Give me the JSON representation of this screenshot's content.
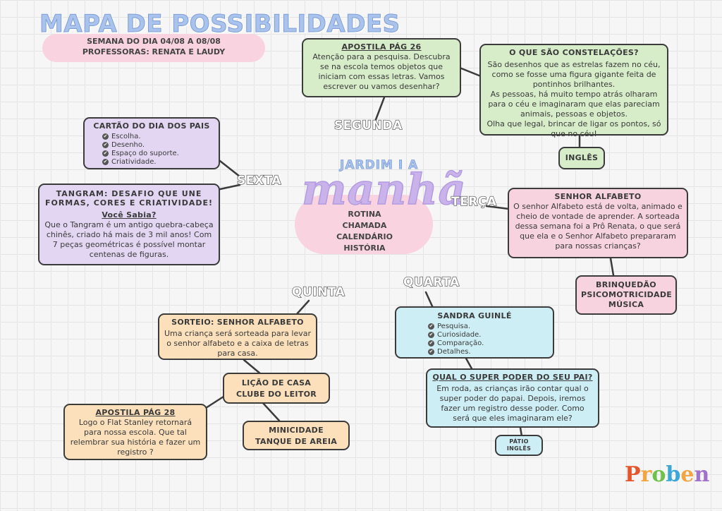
{
  "header": {
    "title": "MAPA DE POSSIBILIDADES",
    "week": "SEMANA DO DIA 04/08 A 08/08",
    "teachers": "PROFESSORAS: RENATA E  LAUDY"
  },
  "center": {
    "subtitle": "JARDIM I A",
    "main": "manhã",
    "items": [
      "ROTINA",
      "CHAMADA",
      "CALENDÁRIO",
      "HISTÓRIA"
    ]
  },
  "days": {
    "monday": "SEGUNDA",
    "tuesday": "TERÇA",
    "wednesday": "QUARTA",
    "thursday": "QUINTA",
    "friday": "SEXTA"
  },
  "monday": {
    "apostila": {
      "title": "APOSTILA PÁG 26",
      "text": "Atenção para a pesquisa. Descubra se na escola temos objetos que iniciam com essas letras. Vamos escrever ou vamos desenhar?"
    },
    "constelacoes": {
      "title": "O QUE SÃO CONSTELAÇÕES?",
      "text1": "São desenhos que as estrelas fazem no céu, como se fosse uma figura gigante feita de pontinhos brilhantes.",
      "text2": "As pessoas, há muito tempo atrás olharam para o céu e imaginaram que elas pareciam animais, pessoas e objetos.",
      "text3": "Olha que legal, brincar de ligar os pontos, só que no céu!"
    },
    "ingles": "INGLÊS"
  },
  "tuesday": {
    "alfabeto": {
      "title": "SENHOR ALFABETO",
      "text": "O senhor Alfabeto está de volta, animado e cheio de vontade de aprender. A sorteada dessa semana foi a Prô Renata, o que será que ela e o Senhor Alfabeto prepararam para nossas crianças?"
    },
    "extras": [
      "BRINQUEDÃO",
      "PSICOMOTRICIDADE",
      "MÚSICA"
    ]
  },
  "wednesday": {
    "sandra": {
      "title": "SANDRA GUINLÉ",
      "items": [
        "Pesquisa.",
        "Curiosidade.",
        "Comparação.",
        "Detalhes."
      ]
    },
    "superpoder": {
      "title": "QUAL O SUPER PODER DO SEU PAI?",
      "text": "Em roda, as crianças irão contar qual o super poder do papai. Depois, iremos fazer um registro desse poder. Como será que eles imaginaram ele?"
    },
    "extras": [
      "PÁTIO",
      "INGLÊS"
    ]
  },
  "thursday": {
    "sorteio": {
      "title": "SORTEIO: SENHOR ALFABETO",
      "text": "Uma criança será sorteada para levar o senhor alfabeto e a caixa de letras para casa."
    },
    "licao": [
      "LIÇÃO DE CASA",
      "CLUBE DO LEITOR"
    ],
    "apostila": {
      "title": "APOSTILA PÁG 28",
      "text": "Logo o Flat Stanley retornará para nossa escola. Que tal relembrar sua história e fazer um registro ?"
    },
    "mini": [
      "MINICIDADE",
      "TANQUE DE AREIA"
    ]
  },
  "friday": {
    "cartao": {
      "title": "CARTÃO DO DIA DOS PAIS",
      "items": [
        "Escolha.",
        "Desenho.",
        "Espaço do suporte.",
        "Criatividade."
      ]
    },
    "tangram": {
      "title": "TANGRAM: DESAFIO QUE UNE FORMAS, CORES E CRIATIVIDADE!",
      "subtitle": "Você Sabia?",
      "text": "Que o Tangram é um antigo quebra-cabeça chinês, criado há mais de 3 mil anos! Com 7 peças geométricas é possível montar centenas de figuras."
    }
  },
  "logo": "Proben",
  "colors": {
    "green": "#d7ecc9",
    "purple": "#e2d6f2",
    "pink": "#f7d3df",
    "blue": "#cdeef4",
    "orange": "#fbe0bb",
    "title_blue": "#a9c3ec",
    "center_purple": "#c9b3ea"
  }
}
